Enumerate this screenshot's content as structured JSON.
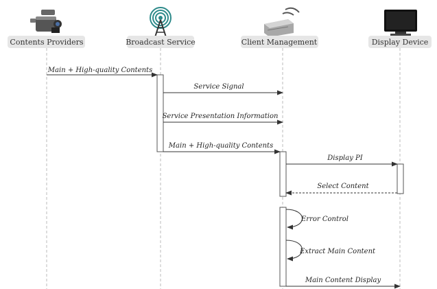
{
  "participants": [
    {
      "id": "providers",
      "label": "Contents Providers",
      "icon": "video-camera-icon"
    },
    {
      "id": "broadcast",
      "label": "Broadcast Service",
      "icon": "broadcast-tower-icon"
    },
    {
      "id": "client",
      "label": "Client Management",
      "icon": "server-wifi-icon"
    },
    {
      "id": "display",
      "label": "Display Device",
      "icon": "tv-monitor-icon"
    }
  ],
  "messages": [
    {
      "label": "Main + High-quality Contents",
      "from": "providers",
      "to": "broadcast",
      "style": "solid"
    },
    {
      "label": "Service Signal",
      "from": "broadcast",
      "to": "client",
      "style": "solid"
    },
    {
      "label": "Service Presentation Information",
      "from": "broadcast",
      "to": "client",
      "style": "solid"
    },
    {
      "label": "Main + High-quality Contents",
      "from": "broadcast",
      "to": "client",
      "style": "solid"
    },
    {
      "label": "Display PI",
      "from": "client",
      "to": "display",
      "style": "solid"
    },
    {
      "label": "Select Content",
      "from": "display",
      "to": "client",
      "style": "dashed"
    },
    {
      "label": "Error Control",
      "from": "client",
      "to": "client",
      "style": "self"
    },
    {
      "label": "Extract Main Content",
      "from": "client",
      "to": "client",
      "style": "self"
    },
    {
      "label": "Main Content Display",
      "from": "client",
      "to": "display",
      "style": "solid"
    }
  ],
  "colors": {
    "lifeline": "#bbbbbb",
    "label_box": "#e6e6e6",
    "arrow": "#333333",
    "activation_fill": "#ffffff",
    "activation_stroke": "#555555"
  }
}
